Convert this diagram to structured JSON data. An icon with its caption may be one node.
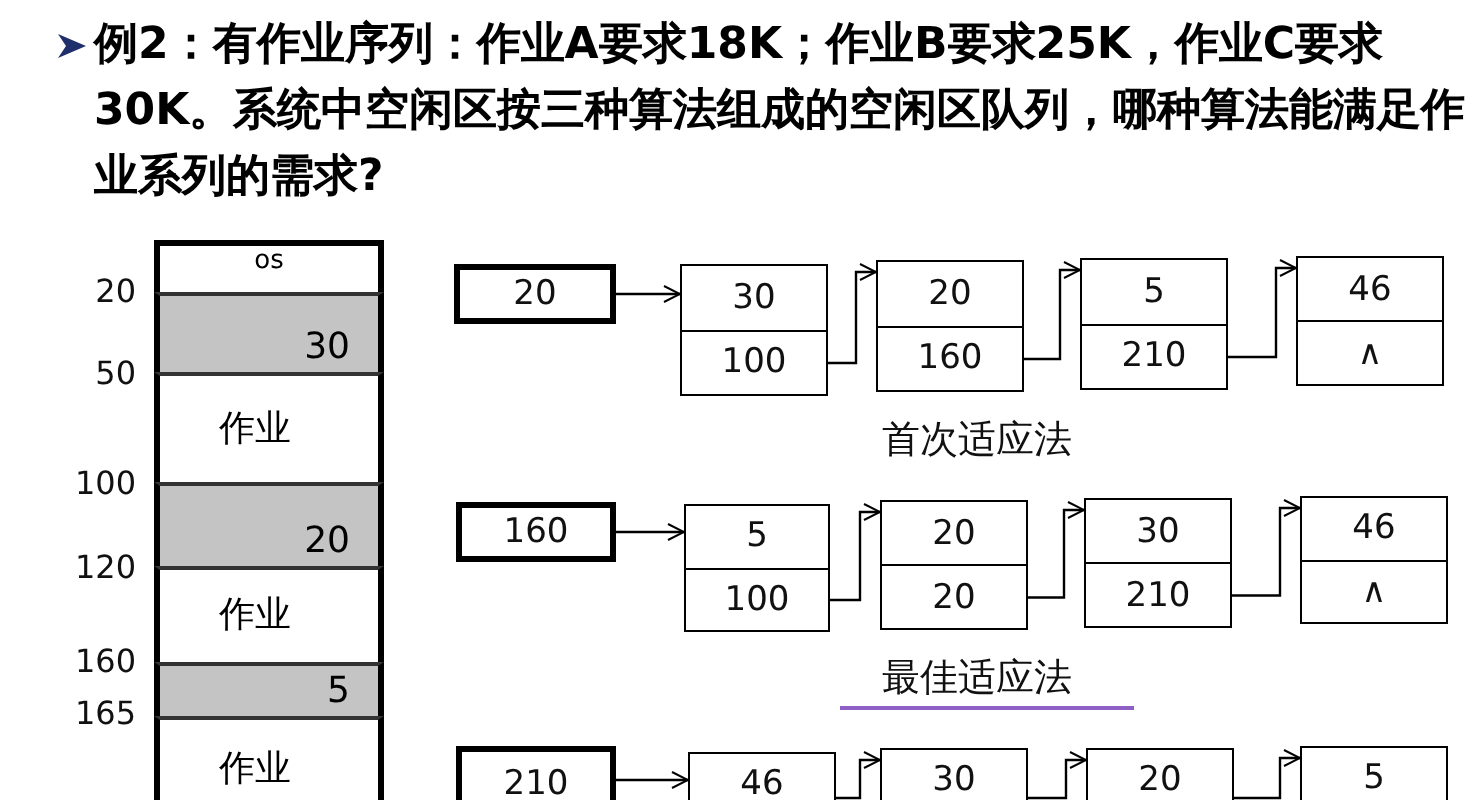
{
  "diagram": {
    "title": "例2：有作业序列：作业A要求18K；作业B要求25K，作业C要求30K。系统中空闲区按三种算法组成的空闲区队列，哪种算法能满足作业系列的需求?",
    "nodes": [
      {
        "text": [
          "os"
        ]
      },
      {
        "text": [
          "30"
        ]
      },
      {
        "text": [
          "作业"
        ]
      },
      {
        "text": [
          "20"
        ]
      },
      {
        "text": [
          "作业"
        ]
      },
      {
        "text": [
          "5"
        ]
      },
      {
        "text": [
          "作业"
        ]
      },
      {
        "text": [
          "20"
        ]
      },
      {
        "text": [
          "30",
          "100"
        ]
      },
      {
        "text": [
          "20",
          "160"
        ]
      },
      {
        "text": [
          "5",
          "210"
        ]
      },
      {
        "text": [
          "46",
          "∧"
        ]
      },
      {
        "text": [
          "160"
        ]
      },
      {
        "text": [
          "5",
          "100"
        ]
      },
      {
        "text": [
          "20",
          "20"
        ]
      },
      {
        "text": [
          "30",
          "210"
        ]
      },
      {
        "text": [
          "46",
          "∧"
        ]
      },
      {
        "text": [
          "210"
        ]
      },
      {
        "text": [
          "46"
        ]
      },
      {
        "text": [
          "30"
        ]
      },
      {
        "text": [
          "20"
        ]
      },
      {
        "text": [
          "5"
        ]
      }
    ],
    "edges": [
      {
        "from": 7,
        "to": 8,
        "arrow": "to"
      },
      {
        "from": 8,
        "to": 9,
        "arrow": "to"
      },
      {
        "from": 9,
        "to": 10,
        "arrow": "to"
      },
      {
        "from": 10,
        "to": 11,
        "arrow": "to"
      },
      {
        "from": 12,
        "to": 13,
        "arrow": "to"
      },
      {
        "from": 13,
        "to": 14,
        "arrow": "to"
      },
      {
        "from": 14,
        "to": 15,
        "arrow": "to"
      },
      {
        "from": 15,
        "to": 16,
        "arrow": "to"
      },
      {
        "from": 17,
        "to": 18,
        "arrow": "to"
      },
      {
        "from": 18,
        "to": 19,
        "arrow": "to"
      },
      {
        "from": 19,
        "to": 20,
        "arrow": "to"
      },
      {
        "from": 20,
        "to": 21,
        "arrow": "to"
      }
    ],
    "labels": [
      "20",
      "50",
      "100",
      "120",
      "160",
      "165",
      "首次适应法",
      "最佳适应法"
    ]
  }
}
